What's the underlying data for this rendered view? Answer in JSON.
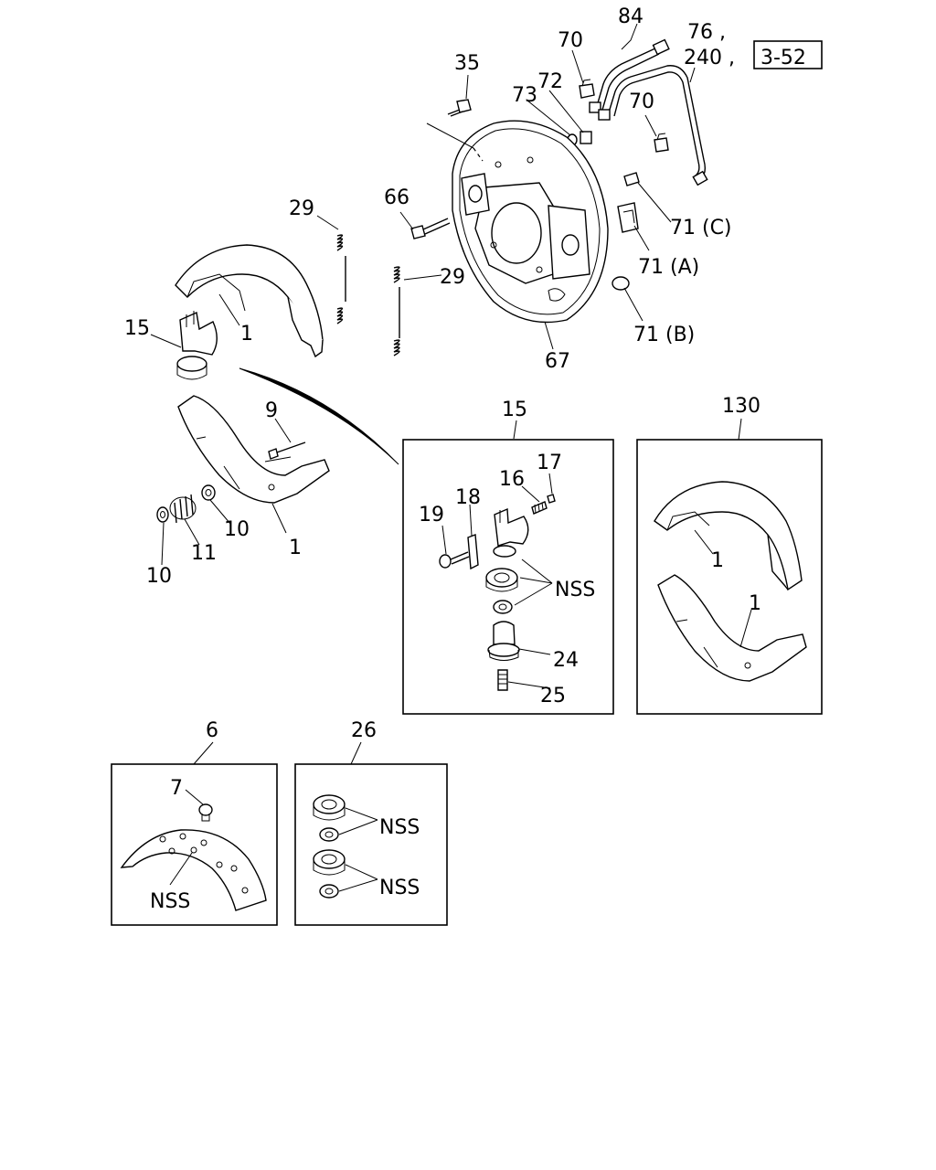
{
  "labels": {
    "p84": "84",
    "p76": "76 ,",
    "p240": "240 ,",
    "ref_3_52": "3-52",
    "p70a": "70",
    "p70b": "70",
    "p35": "35",
    "p72": "72",
    "p73": "73",
    "p66": "66",
    "p71c": "71 (C)",
    "p71a": "71 (A)",
    "p71b": "71 (B)",
    "p29a": "29",
    "p29b": "29",
    "p67": "67",
    "p1_top": "1",
    "p15_main": "15",
    "p9": "9",
    "p10a": "10",
    "p10b": "10",
    "p11": "11",
    "p1_lower": "1",
    "p15_box": "15",
    "p17": "17",
    "p16": "16",
    "p18": "18",
    "p19": "19",
    "nss_15": "NSS",
    "p24": "24",
    "p25": "25",
    "p130": "130",
    "p1_box_a": "1",
    "p1_box_b": "1",
    "p6": "6",
    "p7": "7",
    "nss_6": "NSS",
    "p26": "26",
    "nss_26a": "NSS",
    "nss_26b": "NSS"
  }
}
